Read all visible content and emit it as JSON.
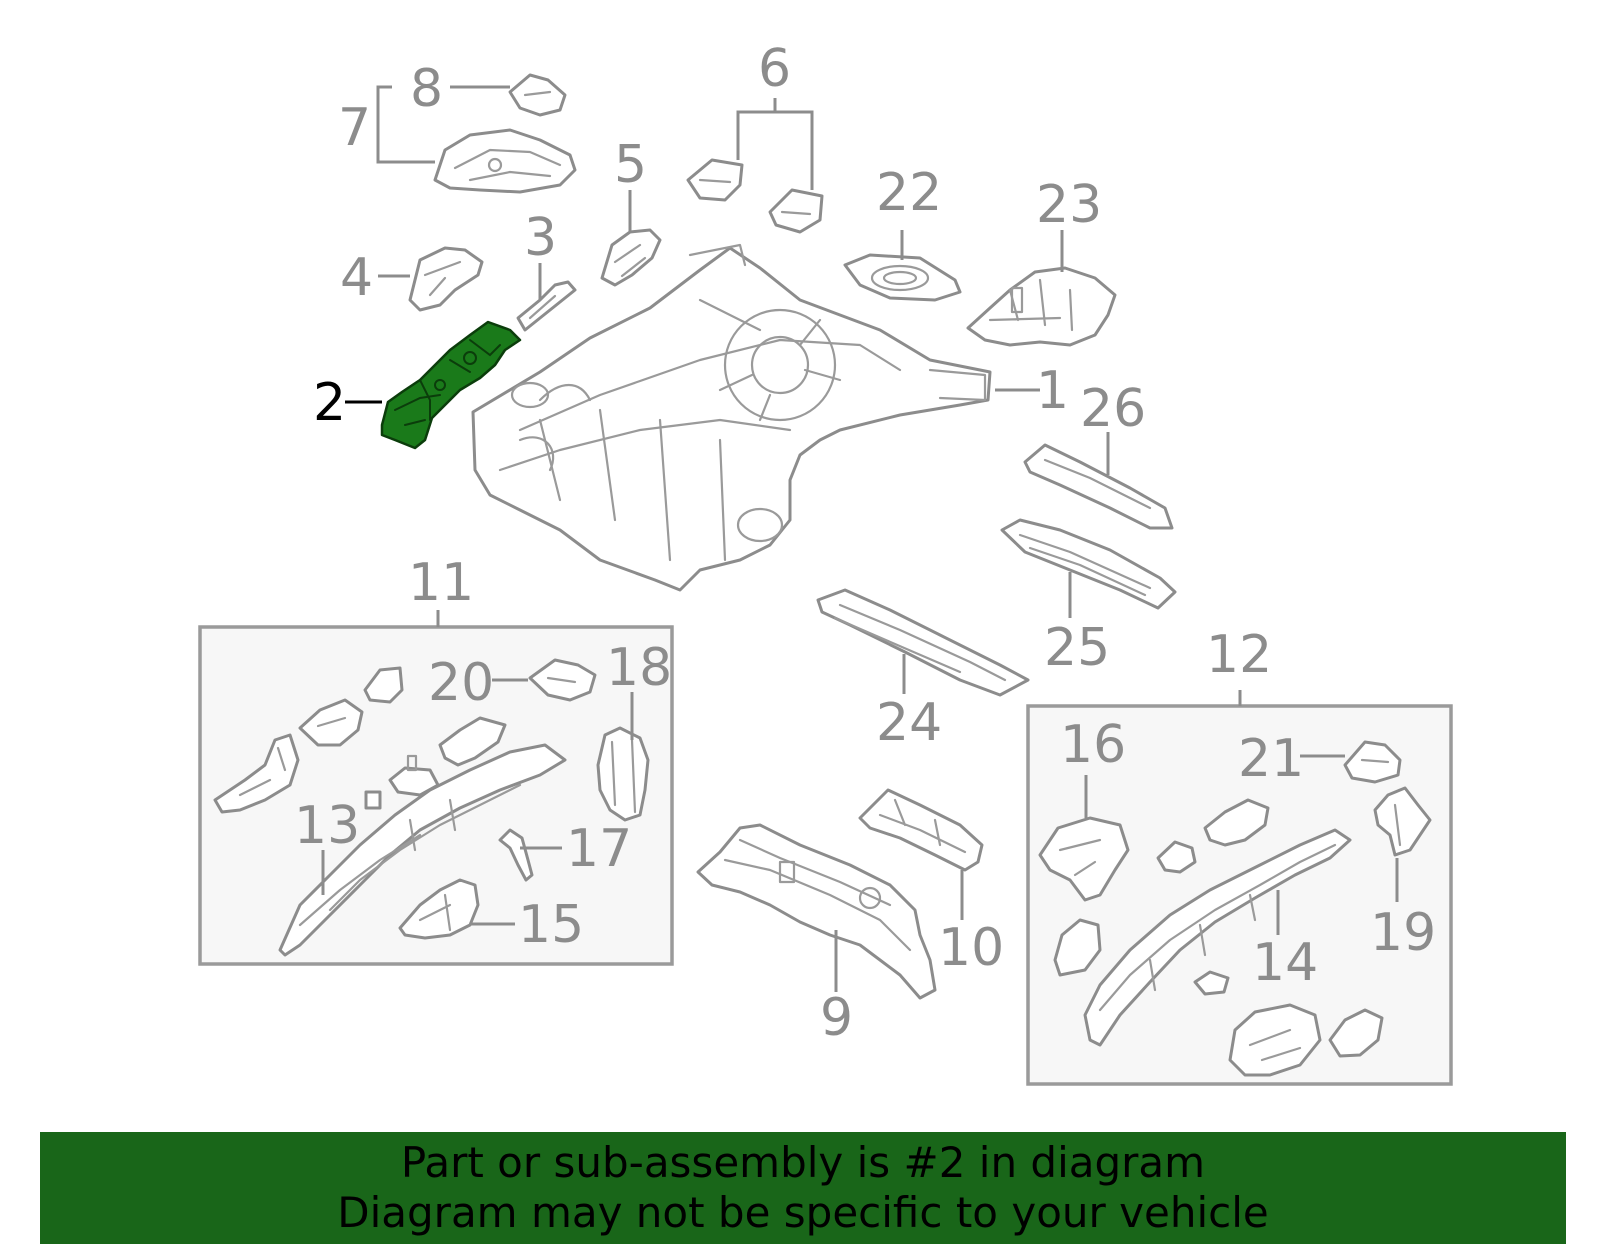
{
  "diagram": {
    "highlighted_part": "2",
    "highlight_color": "#1a7a1a",
    "line_color": "#8c8c8c",
    "callouts": {
      "c1": "1",
      "c2": "2",
      "c3": "3",
      "c4": "4",
      "c5": "5",
      "c6": "6",
      "c7": "7",
      "c8": "8",
      "c9": "9",
      "c10": "10",
      "c11": "11",
      "c12": "12",
      "c13": "13",
      "c14": "14",
      "c15": "15",
      "c16": "16",
      "c17": "17",
      "c18": "18",
      "c19": "19",
      "c20": "20",
      "c21": "21",
      "c22": "22",
      "c23": "23",
      "c24": "24",
      "c25": "25",
      "c26": "26"
    }
  },
  "banner": {
    "color": "#196619",
    "line1": "Part or sub-assembly is #2 in diagram",
    "line2": "Diagram may not be specific to your vehicle"
  }
}
